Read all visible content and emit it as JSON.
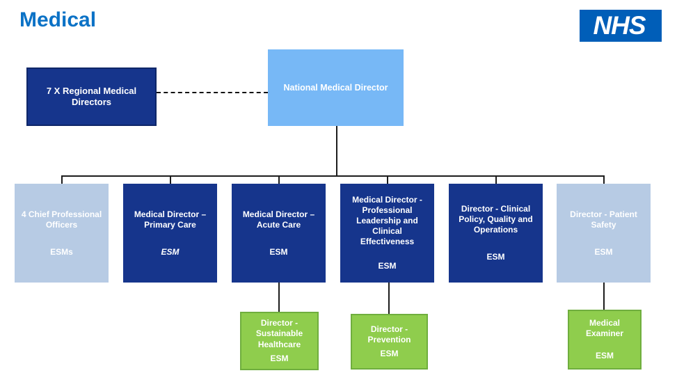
{
  "page": {
    "title": "Medical",
    "logo_text": "NHS"
  },
  "colors": {
    "title_blue": "#0b72c6",
    "nhs_logo_blue": "#005EB8",
    "dark_box_blue": "#16358C",
    "pale_box_blue": "#B7CBE4",
    "root_box_blue": "#77B8F6",
    "green_box": "#8FCD4D",
    "green_box_border": "#6FAE3E",
    "connector": "#1c1c1c",
    "text_white": "#ffffff"
  },
  "org": {
    "root": {
      "label": "National Medical Director"
    },
    "regional": {
      "label": "7 X Regional Medical Directors"
    },
    "level2": [
      {
        "title": "4 Chief Professional Officers",
        "esm": "ESMs"
      },
      {
        "title": "Medical Director – Primary Care",
        "esm": "ESM"
      },
      {
        "title": "Medical Director – Acute Care",
        "esm": "ESM"
      },
      {
        "title": "Medical Director - Professional Leadership and Clinical Effectiveness",
        "esm": "ESM"
      },
      {
        "title": "Director - Clinical Policy, Quality and Operations",
        "esm": "ESM"
      },
      {
        "title": "Director - Patient Safety",
        "esm": "ESM"
      }
    ],
    "level3": [
      {
        "title": "Director - Sustainable Healthcare",
        "esm": "ESM"
      },
      {
        "title": "Director - Prevention",
        "esm": "ESM"
      },
      {
        "title": "Medical Examiner",
        "esm": "ESM"
      }
    ]
  }
}
